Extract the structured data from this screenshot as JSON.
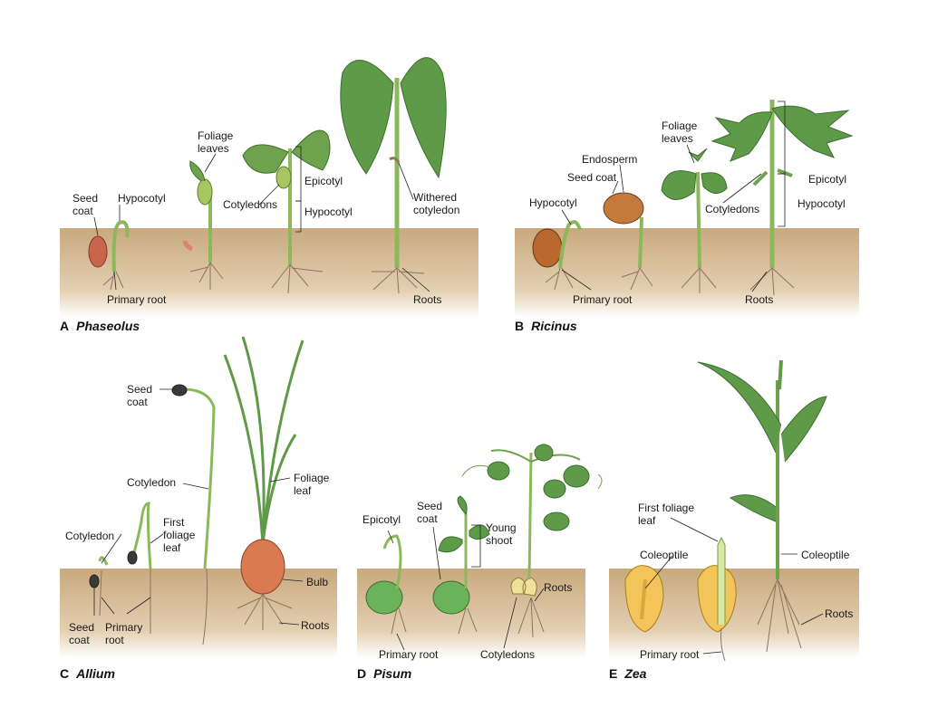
{
  "colors": {
    "soil": "#c9a97e",
    "leaf": "#5f9a48",
    "leaf_dark": "#3c6e2e",
    "stem": "#7fae58",
    "root": "#8a7660",
    "bulb": "#d97a52",
    "corn": "#f2c45a"
  },
  "panels": {
    "a": {
      "letter": "A",
      "species": "Phaseolus"
    },
    "b": {
      "letter": "B",
      "species": "Ricinus"
    },
    "c": {
      "letter": "C",
      "species": "Allium"
    },
    "d": {
      "letter": "D",
      "species": "Pisum"
    },
    "e": {
      "letter": "E",
      "species": "Zea"
    }
  },
  "labels": {
    "a_seed_coat": "Seed\ncoat",
    "a_hypocotyl": "Hypocotyl",
    "a_foliage_leaves": "Foliage\nleaves",
    "a_cotyledons": "Cotyledons",
    "a_epicotyl": "Epicotyl",
    "a_hypocotyl2": "Hypocotyl",
    "a_withered": "Withered\ncotyledon",
    "a_primary_root": "Primary root",
    "a_roots": "Roots",
    "b_endosperm": "Endosperm",
    "b_seed_coat": "Seed coat",
    "b_hypocotyl": "Hypocotyl",
    "b_foliage_leaves": "Foliage\nleaves",
    "b_epicotyl": "Epicotyl",
    "b_cotyledons": "Cotyledons",
    "b_hypocotyl2": "Hypocotyl",
    "b_primary_root": "Primary root",
    "b_roots": "Roots",
    "c_seed_coat_top": "Seed\ncoat",
    "c_cotyledon_mid": "Cotyledon",
    "c_foliage_leaf": "Foliage\nleaf",
    "c_cotyledon_left": "Cotyledon",
    "c_first_foliage": "First\nfoliage\nleaf",
    "c_bulb": "Bulb",
    "c_seed_coat_bottom": "Seed\ncoat",
    "c_primary_root": "Primary\nroot",
    "c_roots": "Roots",
    "d_epicotyl": "Epicotyl",
    "d_seed_coat": "Seed\ncoat",
    "d_young_shoot": "Young\nshoot",
    "d_roots": "Roots",
    "d_primary_root": "Primary root",
    "d_cotyledons": "Cotyledons",
    "e_first_foliage": "First foliage\nleaf",
    "e_coleoptile_left": "Coleoptile",
    "e_coleoptile_right": "Coleoptile",
    "e_roots": "Roots",
    "e_primary_root": "Primary root"
  }
}
